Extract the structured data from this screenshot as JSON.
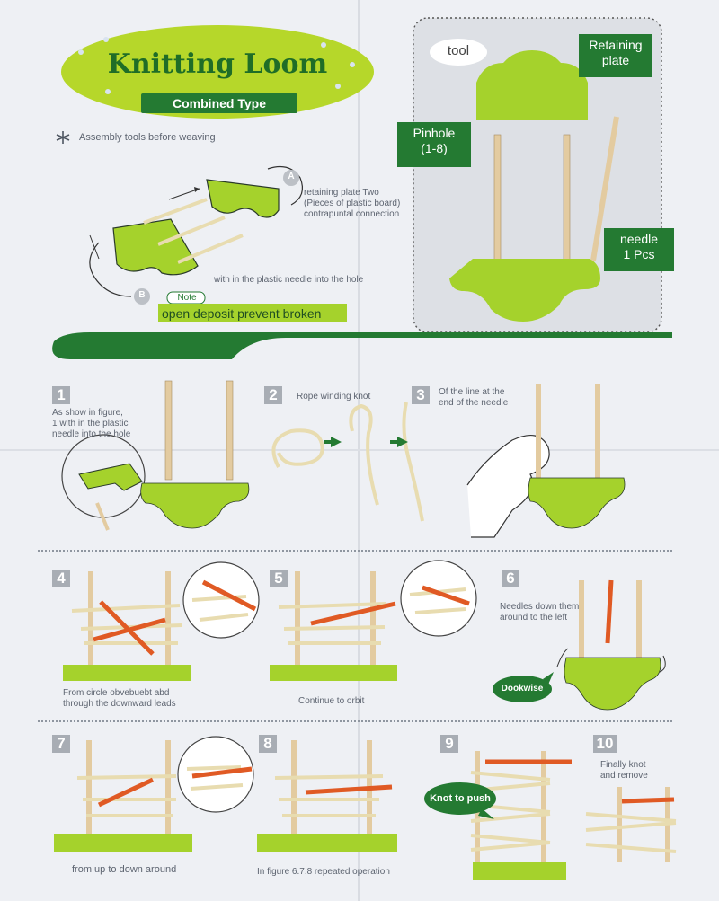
{
  "header": {
    "title": "Knitting Loom",
    "subtitle": "Combined Type",
    "assembly_note": "Assembly tools before weaving"
  },
  "assembly": {
    "marker_a": "A",
    "marker_b": "B",
    "caption_a": "retaining plate Two\n(Pieces of plastic board)\ncontrapuntal connection",
    "caption_b": "with in the plastic needle into the hole",
    "note_label": "Note",
    "note_text": "open deposit prevent broken"
  },
  "tool_panel": {
    "tool_label": "tool",
    "retaining_plate": "Retaining\nplate",
    "pinhole": "Pinhole\n(1-8)",
    "needle": "needle\n1 Pcs"
  },
  "steps": [
    {
      "num": "1",
      "caption": "As show in figure,\n1 with in the plastic\nneedle into the hole"
    },
    {
      "num": "2",
      "caption": "Rope winding knot"
    },
    {
      "num": "3",
      "caption": "Of the line at the\nend of the needle"
    },
    {
      "num": "4",
      "caption": "From circle obvebuebt abd\nthrough the downward leads"
    },
    {
      "num": "5",
      "caption": "Continue to orbit"
    },
    {
      "num": "6",
      "caption": "Needles down them\naround to the left",
      "badge": "Dookwise"
    },
    {
      "num": "7",
      "caption": "from up to down  around"
    },
    {
      "num": "8",
      "caption": "In figure 6.7.8 repeated operation"
    },
    {
      "num": "9",
      "caption": "",
      "badge": "Knot to push"
    },
    {
      "num": "10",
      "caption": "Finally knot\nand remove"
    }
  ],
  "colors": {
    "lime": "#a5d22c",
    "dark_green": "#247a32",
    "yarn": "#e8dcb0",
    "crochet_hook": "#e05a24"
  }
}
